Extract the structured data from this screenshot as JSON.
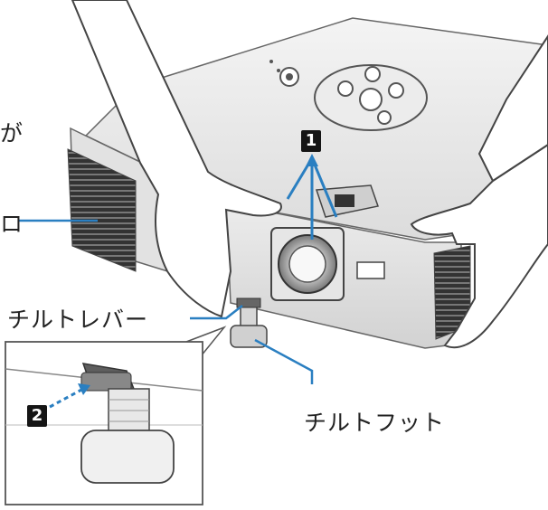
{
  "labels": {
    "partial_left_top": "が",
    "partial_left_mid": "ロ",
    "tilt_lever": "チルトレバー",
    "tilt_foot": "チルトフット"
  },
  "steps": {
    "step1": "1",
    "step2": "2"
  },
  "colors": {
    "leader_line": "#2a7fc1",
    "arrow_blue": "#2a7fc1",
    "badge_bg": "#151515",
    "outline": "#555555"
  }
}
